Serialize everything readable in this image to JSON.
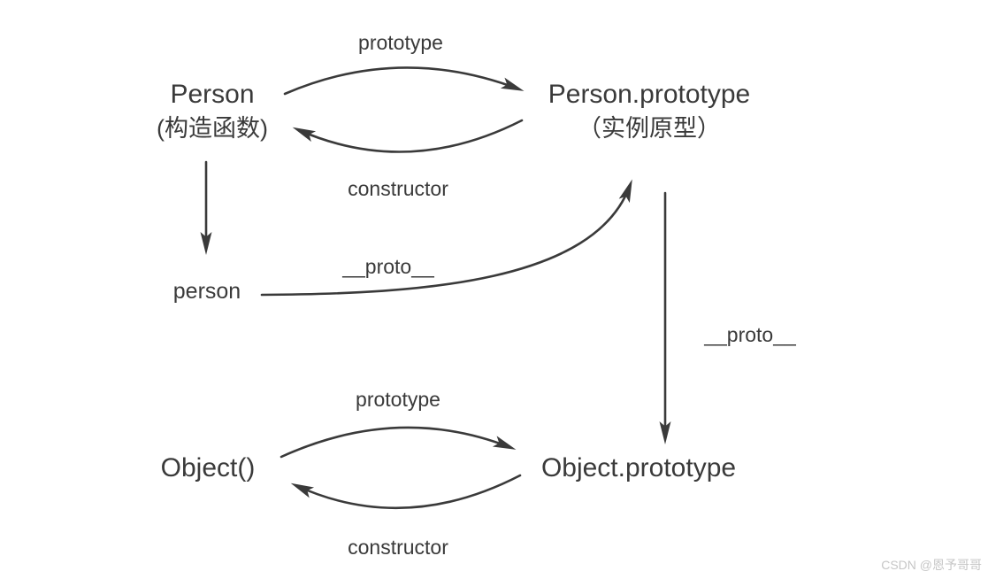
{
  "colors": {
    "ink": "#3a3a3a",
    "background": "#ffffff",
    "watermark": "#c6c6c6"
  },
  "diagram": {
    "title_hint": "JavaScript prototype chain diagram",
    "nodes": {
      "person_constructor": {
        "title": "Person",
        "subtitle": "(构造函数)"
      },
      "person_prototype": {
        "title": "Person.prototype",
        "subtitle": "（实例原型）"
      },
      "person_instance": {
        "label": "person"
      },
      "object_constructor": {
        "label": "Object()"
      },
      "object_prototype": {
        "label": "Object.prototype"
      }
    },
    "edges": {
      "person_to_person_prototype": {
        "label": "prototype"
      },
      "person_prototype_to_person": {
        "label": "constructor"
      },
      "person_instance_to_person_prototype": {
        "label": "__proto__"
      },
      "person_prototype_to_object_prototype": {
        "label": "__proto__"
      },
      "object_to_object_prototype": {
        "label": "prototype"
      },
      "object_prototype_to_object": {
        "label": "constructor"
      }
    }
  },
  "watermark": {
    "text": "CSDN @恩予哥哥"
  }
}
